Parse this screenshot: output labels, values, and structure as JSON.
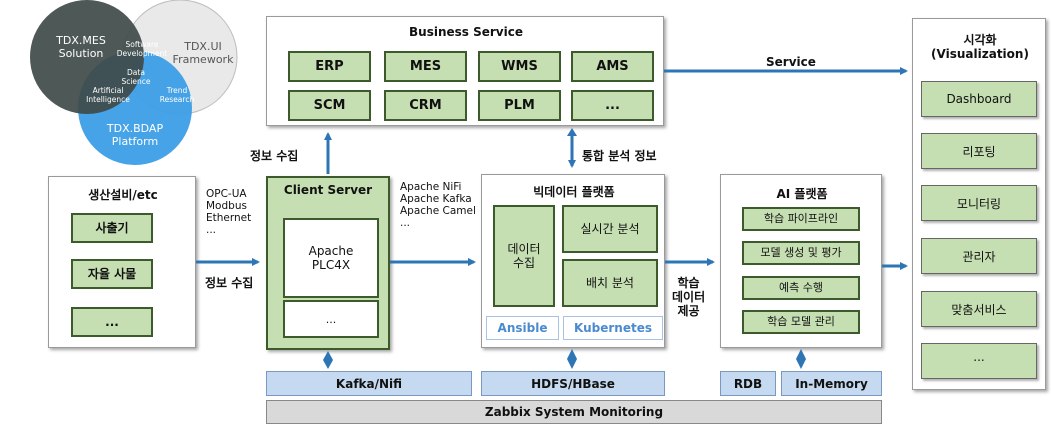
{
  "venn": {
    "mes": "TDX.MES\nSolution",
    "ui": "TDX.UI\nFramework",
    "bdap": "TDX.BDAP\nPlatform",
    "software_development": "Software\nDevelopment",
    "data_science": "Data\nScience",
    "artificial_intelligence": "Artificial\nIntelligence",
    "trend_research": "Trend\nResearch"
  },
  "business": {
    "title": "Business Service",
    "items": [
      "ERP",
      "MES",
      "WMS",
      "AMS",
      "SCM",
      "CRM",
      "PLM",
      "..."
    ]
  },
  "service_label": "Service",
  "visualization": {
    "title": "시각화\n(Visualization)",
    "items": [
      "Dashboard",
      "리포팅",
      "모니터링",
      "관리자",
      "맞춤서비스",
      "..."
    ]
  },
  "labels": {
    "collect_top": "정보 수집",
    "collect_left": "정보 수집",
    "integrated_info": "통합 분석 정보",
    "learning_data": "학습\n데이터\n제공"
  },
  "equipment": {
    "title": "생산설비/etc",
    "items": [
      "사출기",
      "자율 사물",
      "..."
    ]
  },
  "protocols": "OPC-UA\nModbus\nEthernet\n...",
  "client_server": {
    "title": "Client Server",
    "plc": "Apache\nPLC4X",
    "more": "..."
  },
  "apache_tools": "Apache NiFi\nApache Kafka\nApache Camel\n...",
  "bigdata": {
    "title": "빅데이터 플랫폼",
    "collect": "데이터\n수집",
    "realtime": "실시간 분석",
    "batch": "배치 분석",
    "ansible": "Ansible",
    "kubernetes": "Kubernetes"
  },
  "ai": {
    "title": "AI 플랫폼",
    "items": [
      "학습 파이프라인",
      "모델 생성 및 평가",
      "예측 수행",
      "학습 모델 관리"
    ]
  },
  "storage": {
    "kafka": "Kafka/Nifi",
    "hdfs": "HDFS/HBase",
    "rdb": "RDB",
    "memory": "In-Memory",
    "zabbix": "Zabbix System Monitoring"
  }
}
